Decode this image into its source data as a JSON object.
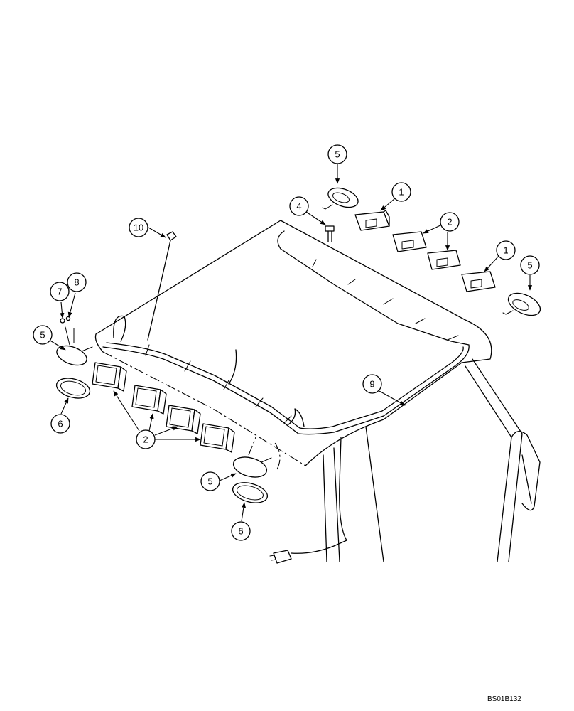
{
  "figure": {
    "code": "BS01B132",
    "callouts": [
      "1",
      "2",
      "4",
      "5",
      "6",
      "7",
      "8",
      "9",
      "10"
    ]
  }
}
